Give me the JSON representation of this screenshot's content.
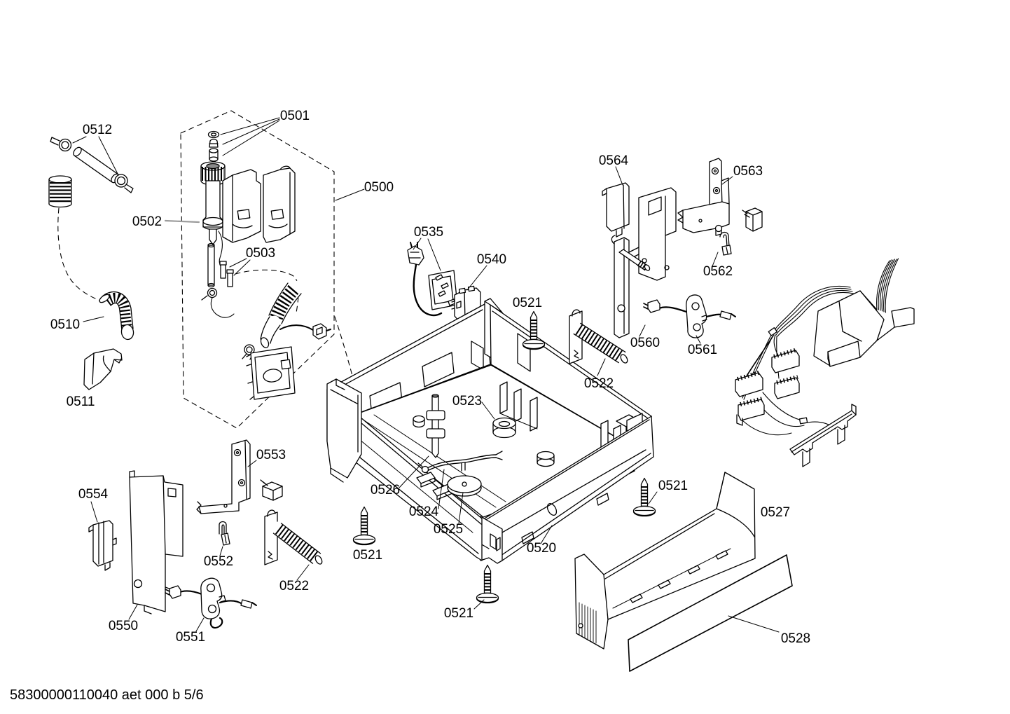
{
  "page": {
    "footer": "58300000110040 aet 000 b 5/6",
    "background_color": "#ffffff",
    "line_color": "#000000",
    "gray_leader_color": "#9c9c9c"
  },
  "diagram": {
    "type": "exploded-parts-diagram",
    "part_labels": [
      {
        "part": "0512",
        "text": "0512"
      },
      {
        "part": "0501",
        "text": "0501"
      },
      {
        "part": "0500",
        "text": "0500"
      },
      {
        "part": "0502",
        "text": "0502"
      },
      {
        "part": "0503",
        "text": "0503"
      },
      {
        "part": "0510",
        "text": "0510"
      },
      {
        "part": "0511",
        "text": "0511"
      },
      {
        "part": "0535",
        "text": "0535"
      },
      {
        "part": "0540",
        "text": "0540"
      },
      {
        "part": "0521",
        "text": "0521"
      },
      {
        "part": "0564",
        "text": "0564"
      },
      {
        "part": "0563",
        "text": "0563"
      },
      {
        "part": "0562",
        "text": "0562"
      },
      {
        "part": "0560",
        "text": "0560"
      },
      {
        "part": "0561",
        "text": "0561"
      },
      {
        "part": "0522",
        "text": "0522"
      },
      {
        "part": "0523",
        "text": "0523"
      },
      {
        "part": "0553",
        "text": "0553"
      },
      {
        "part": "0554",
        "text": "0554"
      },
      {
        "part": "0526",
        "text": "0526"
      },
      {
        "part": "0524",
        "text": "0524"
      },
      {
        "part": "0525",
        "text": "0525"
      },
      {
        "part": "0552",
        "text": "0552"
      },
      {
        "part": "0522",
        "text": "0522"
      },
      {
        "part": "0521",
        "text": "0521"
      },
      {
        "part": "0520",
        "text": "0520"
      },
      {
        "part": "0521",
        "text": "0521"
      },
      {
        "part": "0521",
        "text": "0521"
      },
      {
        "part": "0527",
        "text": "0527"
      },
      {
        "part": "0550",
        "text": "0550"
      },
      {
        "part": "0551",
        "text": "0551"
      },
      {
        "part": "0528",
        "text": "0528"
      }
    ]
  }
}
